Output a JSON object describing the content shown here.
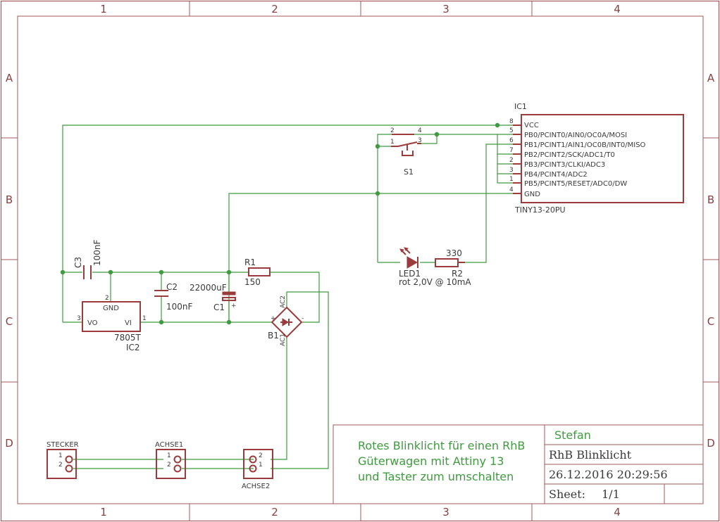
{
  "frame": {
    "columns": [
      "1",
      "2",
      "3",
      "4"
    ],
    "rows": [
      "A",
      "B",
      "C",
      "D"
    ]
  },
  "parts": {
    "ic1": {
      "name": "IC1",
      "value": "TINY13-20PU",
      "pins": [
        {
          "num": "8",
          "label": "VCC"
        },
        {
          "num": "5",
          "label": "PB0/PCINT0/AIN0/OC0A/MOSI"
        },
        {
          "num": "6",
          "label": "PB1/PCINT1/AIN1/OC0B/INT0/MISO"
        },
        {
          "num": "7",
          "label": "PB2/PCINT2/SCK/ADC1/T0"
        },
        {
          "num": "2",
          "label": "PB3/PCINT3/CLKI/ADC3"
        },
        {
          "num": "3",
          "label": "PB4/PCINT4/ADC2"
        },
        {
          "num": "1",
          "label": "PB5/PCINT5/RESET/ADC0/DW"
        },
        {
          "num": "4",
          "label": "GND"
        }
      ]
    },
    "s1": {
      "name": "S1",
      "pins": [
        "2",
        "1",
        "4",
        "3"
      ]
    },
    "led1": {
      "name": "LED1",
      "value": "rot 2,0V @ 10mA"
    },
    "r2": {
      "name": "R2",
      "value": "330"
    },
    "r1": {
      "name": "R1",
      "value": "150"
    },
    "c1": {
      "name": "C1",
      "value": "22000uF",
      "pol": "+"
    },
    "c2": {
      "name": "C2",
      "value": "100nF"
    },
    "c3": {
      "name": "C3",
      "value": "100nF"
    },
    "ic2": {
      "name": "IC2",
      "value": "7805T",
      "pin_gnd": "GND",
      "pin_vo": "VO",
      "pin_vi": "VI",
      "pin_gnd_num": "2",
      "pin_vo_num": "3",
      "pin_vi_num": "1"
    },
    "b1": {
      "name": "B1",
      "ac2": "AC2",
      "ac1": "AC1",
      "plus": "+",
      "minus": "-"
    },
    "stecker": {
      "name": "STECKER",
      "p1": "1",
      "p2": "2"
    },
    "achse1": {
      "name": "ACHSE1",
      "p1": "1",
      "p2": "2"
    },
    "achse2": {
      "name": "ACHSE2",
      "p1": "2",
      "p2": "1"
    }
  },
  "note": {
    "line1": "Rotes Blinklicht für einen RhB",
    "line2": "Güterwagen mit Attiny 13",
    "line3": "und Taster zum umschalten"
  },
  "title_block": {
    "author": "Stefan",
    "title": "RhB Blinklicht",
    "date": "26.12.2016 20:29:56",
    "sheet_label": "Sheet:",
    "sheet_value": "1/1"
  }
}
